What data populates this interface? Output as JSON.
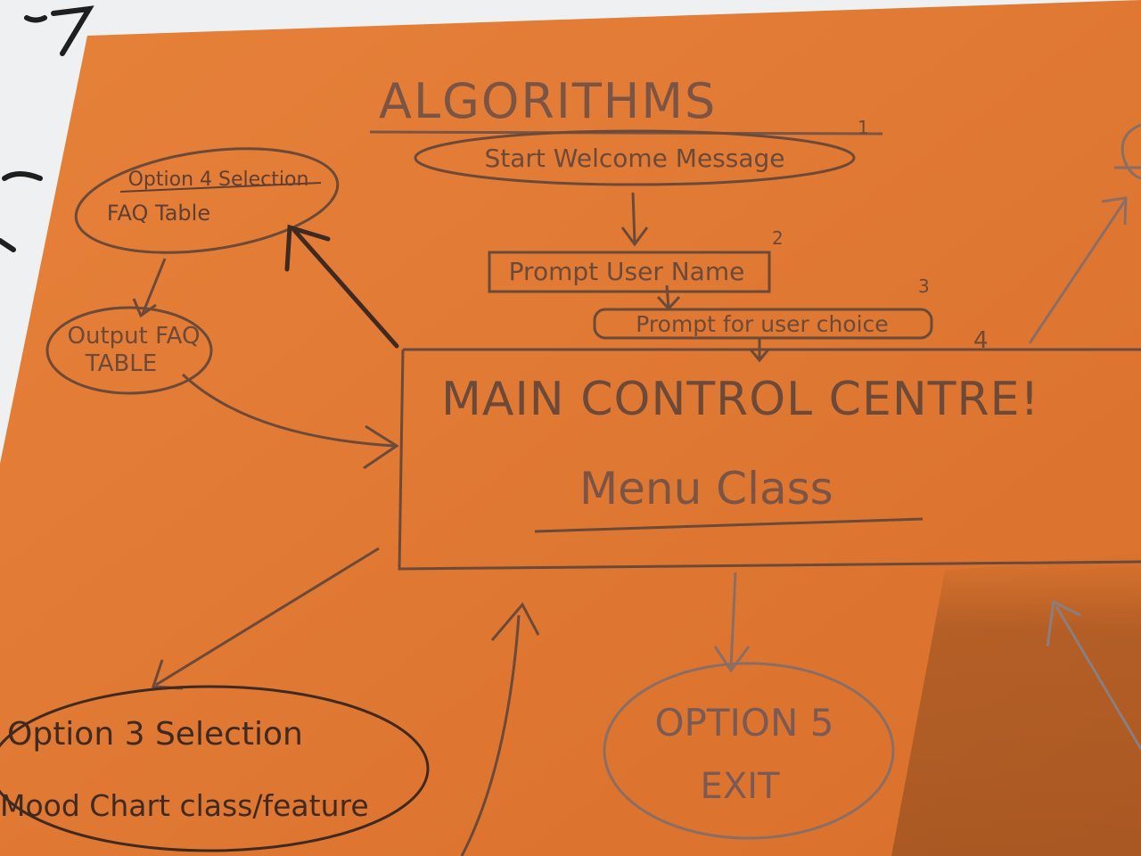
{
  "title": "ALGORITHMS",
  "steps": {
    "start": "Start Welcome Message",
    "prompt_name": "Prompt User Name",
    "prompt_choice": "Prompt for user choice"
  },
  "step_numbers": {
    "n1": "1",
    "n2": "2",
    "n3": "3",
    "n4": "4"
  },
  "main": {
    "title": "MAIN CONTROL CENTRE!",
    "subtitle": "Menu Class"
  },
  "option4": {
    "title": "Option 4 Selection",
    "body": "FAQ Table"
  },
  "output_faq": {
    "line1": "Output FAQ",
    "line2": "TABLE"
  },
  "option3": {
    "title": "Option 3 Selection",
    "body": "Mood Chart class/feature"
  },
  "option5": {
    "line1": "OPTION 5",
    "line2": "EXIT"
  },
  "colors": {
    "board": "#e07b35",
    "ink_pencil": "#6b4a3a",
    "ink_marker": "#3f2a22",
    "whiteboard": "#eef0f2"
  }
}
